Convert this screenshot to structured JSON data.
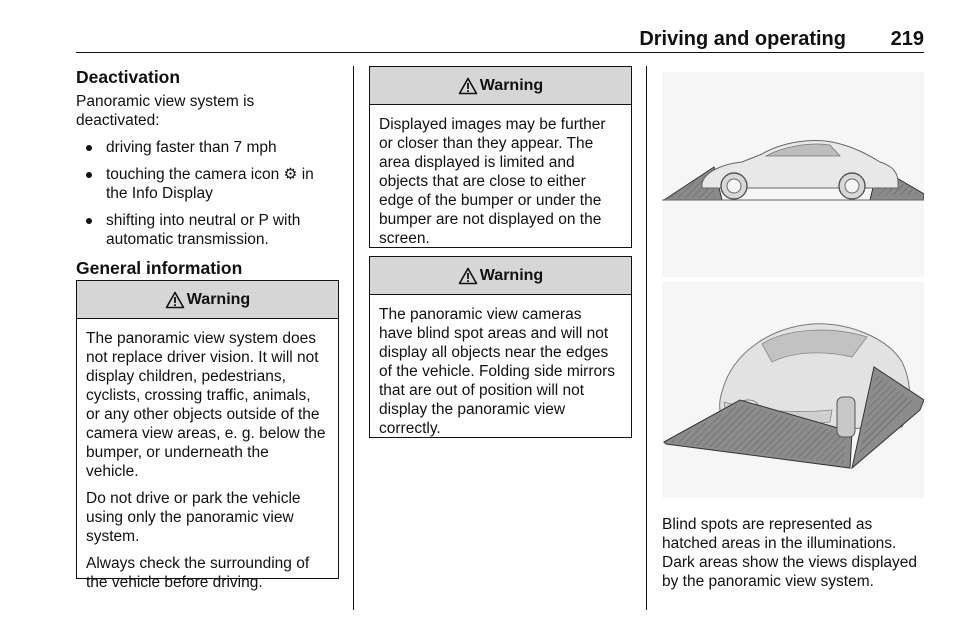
{
  "header": {
    "title": "Driving and operating",
    "page_number": "219"
  },
  "col1": {
    "heading_deactivation": "Deactivation",
    "intro_line1": "Panoramic view system is",
    "intro_line2": "deactivated:",
    "bullets": [
      {
        "line1": "driving faster than 7 mph",
        "line2": ""
      },
      {
        "line1": "touching the camera icon ⚙ in",
        "line2": "the Info Display"
      },
      {
        "line1": "shifting into neutral or P with",
        "line2": "automatic transmission."
      }
    ],
    "heading_general": "General information"
  },
  "warning1": {
    "title": "Warning",
    "p1": [
      "The panoramic view system does",
      "not replace driver vision. It will not",
      "display children, pedestrians,",
      "cyclists, crossing traffic, animals,",
      "or any other objects outside of the",
      "camera view areas, e. g. below the",
      "bumper, or underneath the",
      "vehicle."
    ],
    "p2": [
      "Do not drive or park the vehicle",
      "using only the panoramic view",
      "system."
    ],
    "p3": [
      "Always check the surrounding of",
      "the vehicle before driving."
    ]
  },
  "warning2": {
    "title": "Warning",
    "p1": [
      "Displayed images may be further",
      "or closer than they appear. The",
      "area displayed is limited and",
      "objects that are close to either",
      "edge of the bumper or under the",
      "bumper are not displayed on the",
      "screen."
    ]
  },
  "warning3": {
    "title": "Warning",
    "p1": [
      "The panoramic view cameras",
      "have blind spot areas and will not",
      "display all objects near the edges",
      "of the vehicle. Folding side mirrors",
      "that are out of position will not",
      "display the panoramic view",
      "correctly."
    ]
  },
  "caption": [
    "Blind spots are represented as",
    "hatched areas in the illuminations.",
    "Dark areas show the views displayed",
    "by the panoramic view system."
  ]
}
